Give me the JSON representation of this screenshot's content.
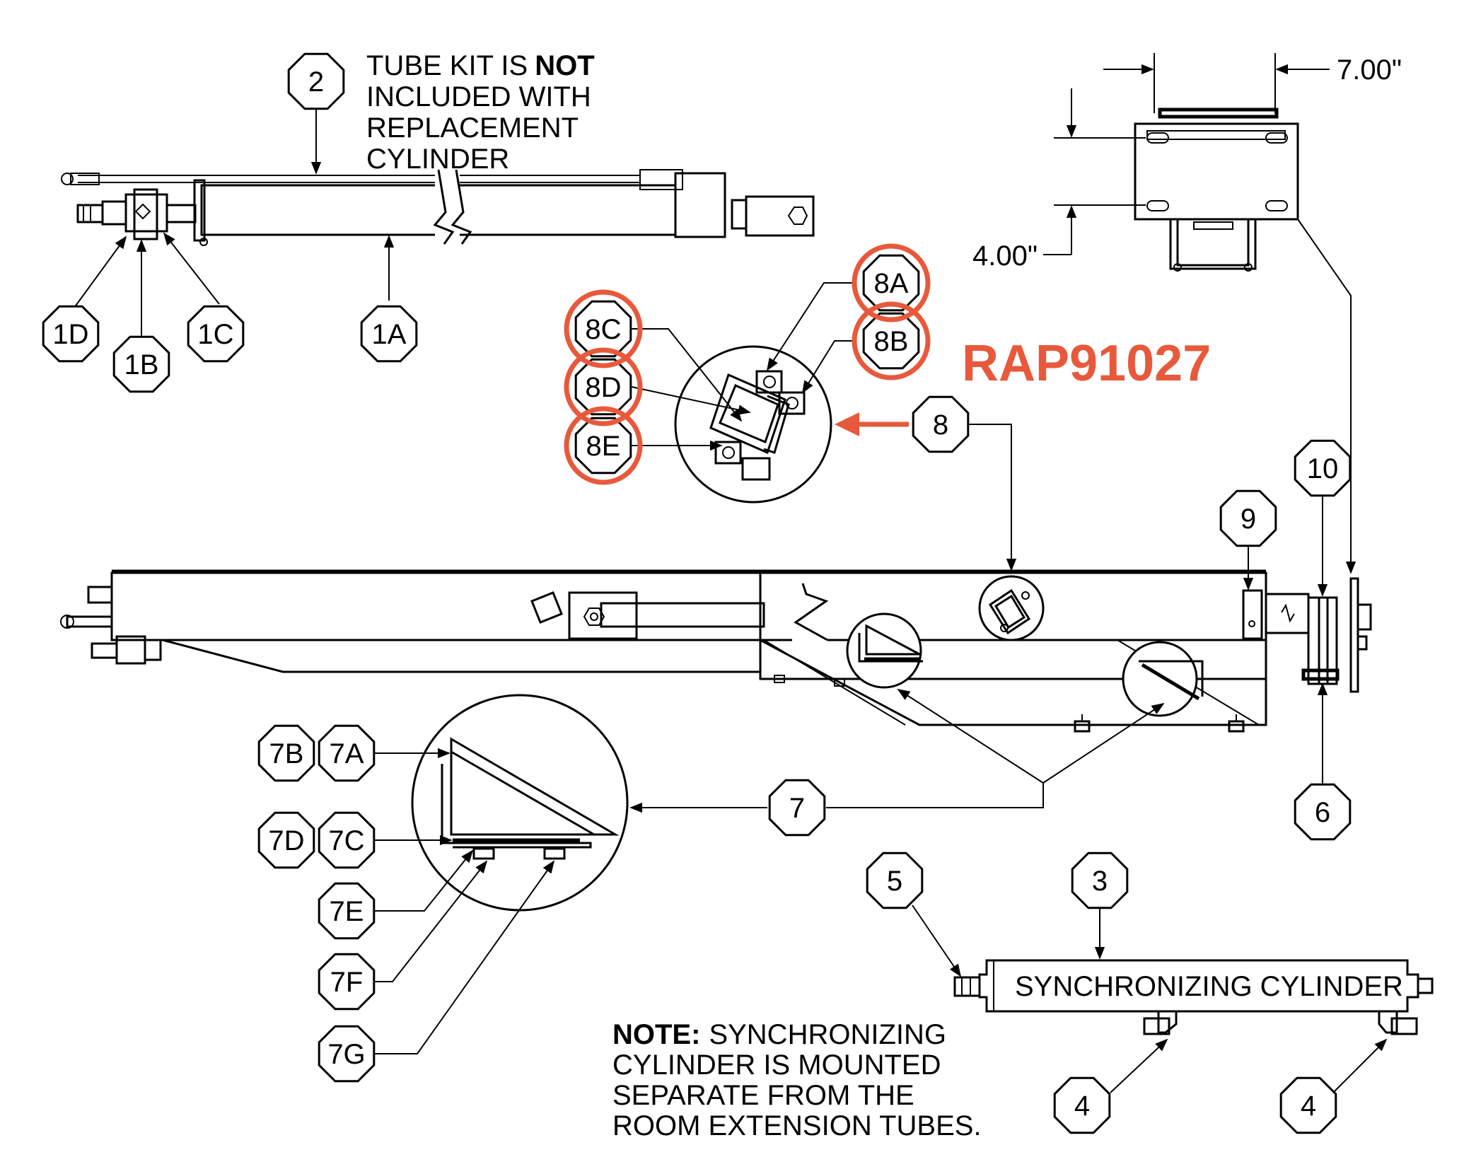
{
  "colors": {
    "ink": "#000000",
    "accent": "#E8593C"
  },
  "part_number": "RAP91027",
  "tube_kit_note": {
    "line1_pre": "TUBE KIT IS",
    "line1_bold": "NOT",
    "line2": "INCLUDED WITH",
    "line3": "REPLACEMENT",
    "line4": "CYLINDER"
  },
  "dimensions": {
    "width": "7.00\"",
    "height": "4.00\""
  },
  "sync_label": "SYNCHRONIZING CYLINDER",
  "bottom_note": {
    "bold": "NOTE:",
    "line1": "SYNCHRONIZING",
    "line2": "CYLINDER IS MOUNTED",
    "line3": "SEPARATE FROM THE",
    "line4": "ROOM EXTENSION TUBES."
  },
  "callouts": {
    "c2": "2",
    "c1a": "1A",
    "c1b": "1B",
    "c1c": "1C",
    "c1d": "1D",
    "c8": "8",
    "c8a": "8A",
    "c8b": "8B",
    "c8c": "8C",
    "c8d": "8D",
    "c8e": "8E",
    "c9": "9",
    "c10": "10",
    "c6": "6",
    "c7": "7",
    "c7a": "7A",
    "c7b": "7B",
    "c7c": "7C",
    "c7d": "7D",
    "c7e": "7E",
    "c7f": "7F",
    "c7g": "7G",
    "c5": "5",
    "c3": "3",
    "c4a": "4",
    "c4b": "4"
  }
}
